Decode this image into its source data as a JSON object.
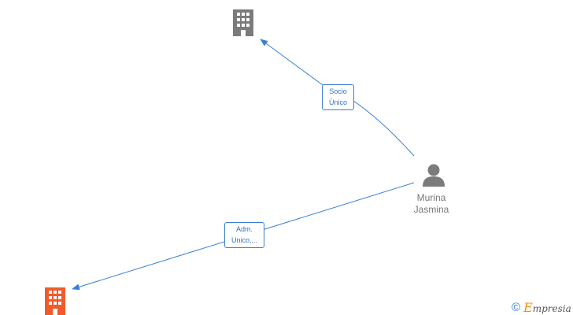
{
  "nodes": {
    "top_company": {
      "label": "",
      "icon": "building-icon",
      "color": "#7b7b7b"
    },
    "person": {
      "first_name": "Murina",
      "last_name": "Jasmina",
      "icon": "person-icon",
      "color": "#7b7b7b"
    },
    "bottom_company": {
      "icon": "building-icon",
      "color": "#f15a29"
    }
  },
  "edges": {
    "socio": {
      "line1": "Socio",
      "line2": "Único"
    },
    "adm": {
      "line1": "Adm.",
      "line2": "Unico,..."
    }
  },
  "colors": {
    "edge": "#3a7fd5"
  },
  "watermark": {
    "copyright": "©",
    "brand_initial": "E",
    "brand_rest": "mpresia",
    "copyright_icon": "copyright-icon"
  }
}
